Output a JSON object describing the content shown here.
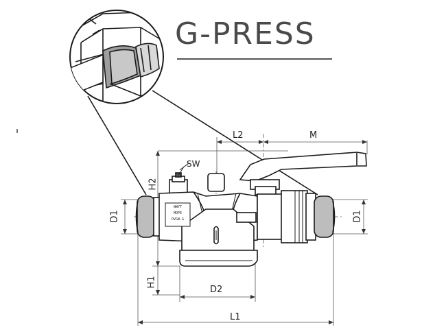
{
  "brand": {
    "name": "G-PRESS"
  },
  "dimensions": {
    "l1": "L1",
    "l2": "L2",
    "m": "M",
    "h1": "H1",
    "h2": "H2",
    "d1_left": "D1",
    "d1_right": "D1",
    "d2": "D2",
    "sw": "SW"
  },
  "body_marking": {
    "line1": "WWYT",
    "line2": "MOPE",
    "line3": "DVGW-G"
  },
  "colors": {
    "line": "#1a1a1a",
    "fill_grey": "#bdbdbd",
    "fill_dark": "#7a7a7a",
    "brand": "#4a4a4a"
  }
}
